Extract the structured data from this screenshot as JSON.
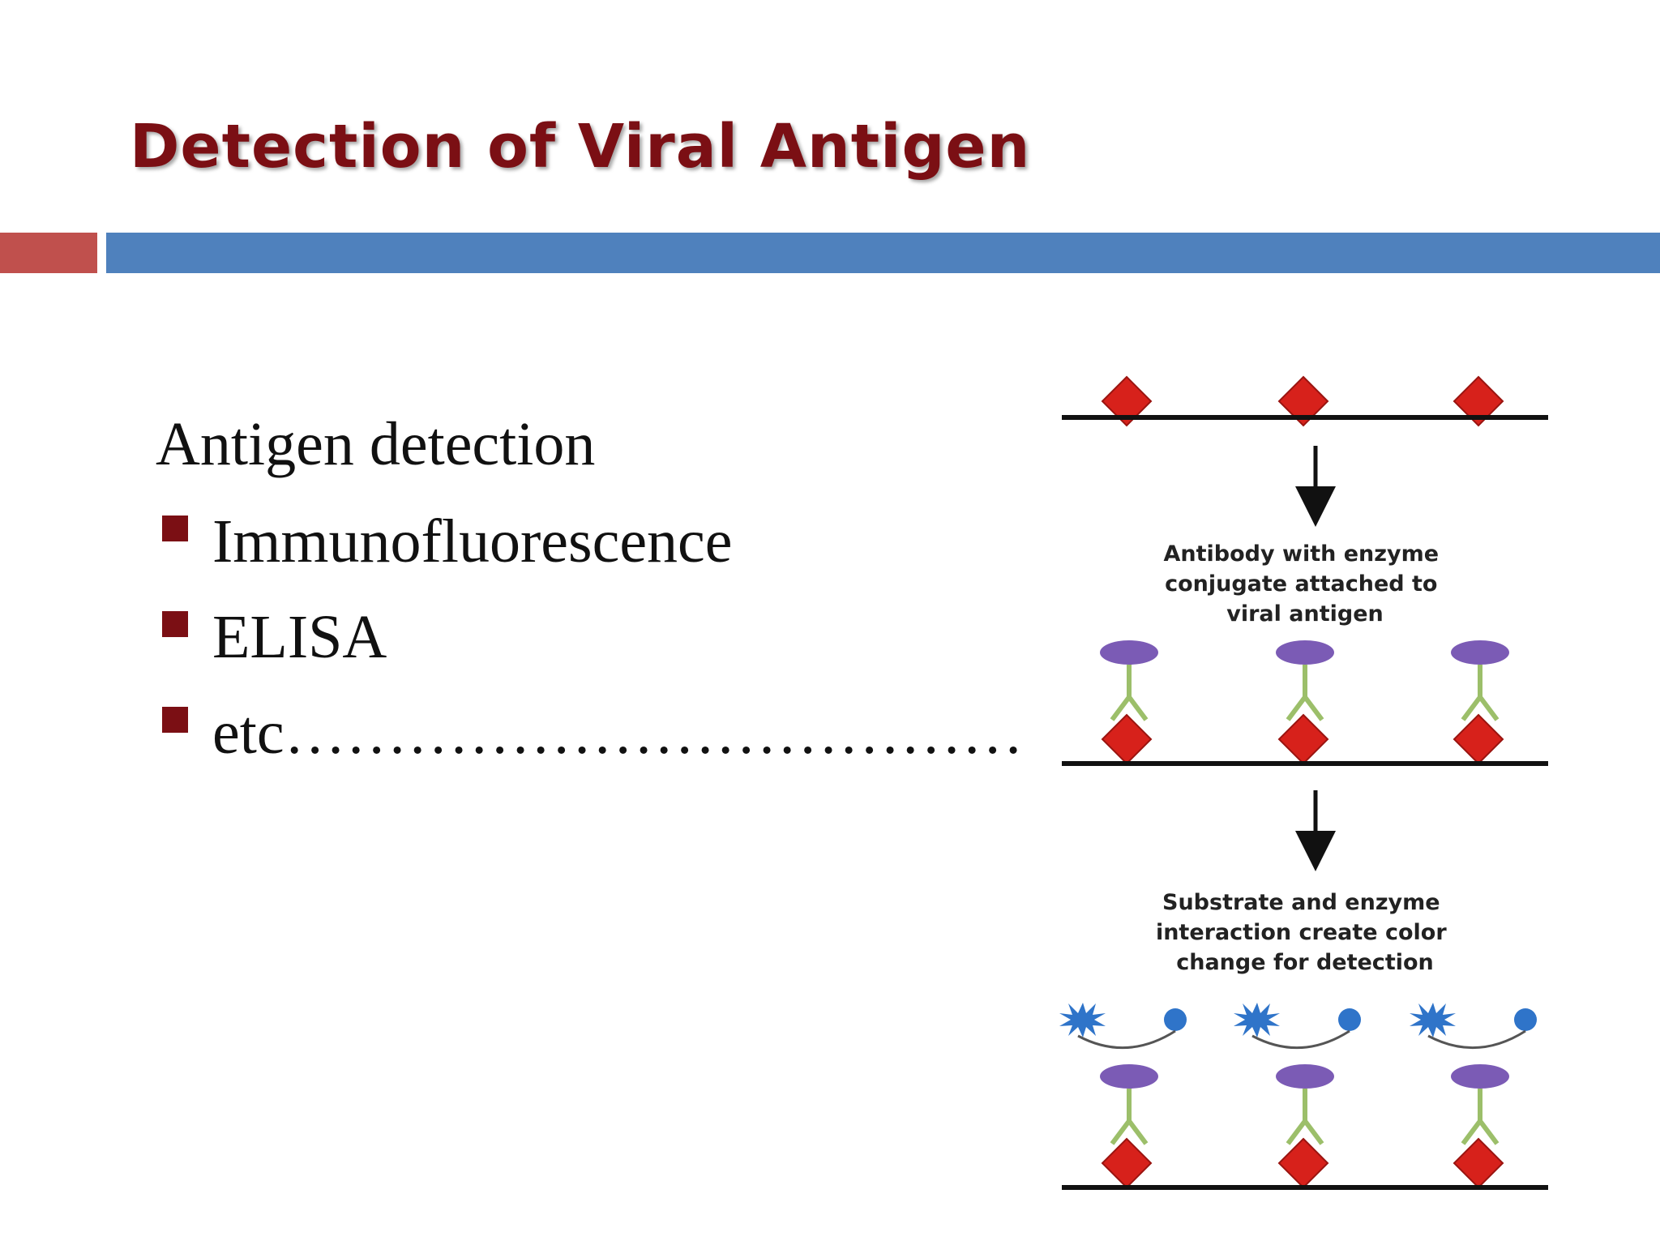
{
  "slide": {
    "title": "Detection of Viral Antigen",
    "accent_colors": {
      "title": "#7b0f14",
      "bar_left": "#c0504d",
      "bar_main": "#4f81bd"
    }
  },
  "content": {
    "heading": "Antigen detection",
    "bullets": [
      {
        "label": "Immunofluorescence"
      },
      {
        "label": "ELISA"
      },
      {
        "label": "etc………………………………"
      }
    ]
  },
  "diagram": {
    "step1_caption_lines": [
      "Antibody with enzyme",
      "conjugate  attached to",
      "viral antigen"
    ],
    "step2_caption_lines": [
      "Substrate and enzyme",
      "interaction create color",
      "change for detection"
    ],
    "colors": {
      "antigen": "#d7211b",
      "antibody": "#9cbf6a",
      "enzyme": "#7b5bb5",
      "substrate": "#2f74c9",
      "line": "#111111"
    },
    "icons": [
      "antigen-diamond-icon",
      "antibody-y-icon",
      "enzyme-ellipse-icon",
      "substrate-burst-icon",
      "substrate-dot-icon",
      "down-arrow-icon"
    ]
  }
}
